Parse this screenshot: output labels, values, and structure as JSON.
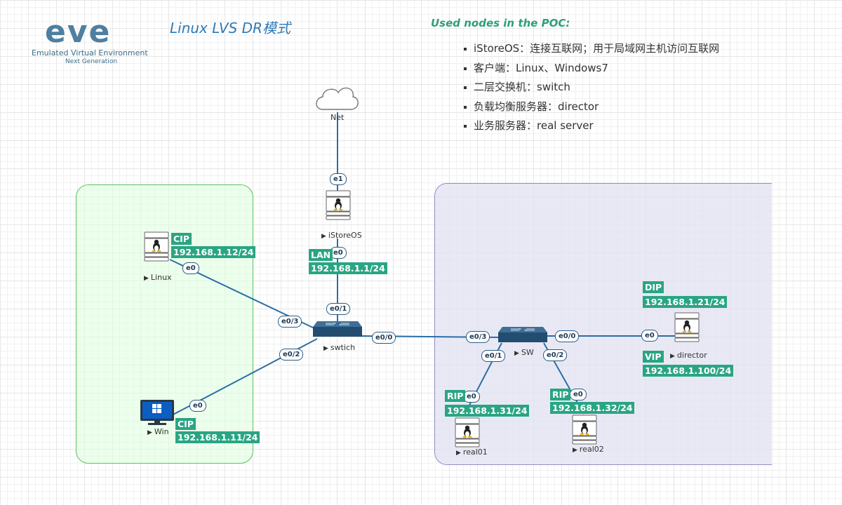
{
  "logo": {
    "word": "eve",
    "subtitle": "Emulated Virtual Environment",
    "tagline": "Next Generation"
  },
  "title": "Linux LVS DR模式",
  "legend": {
    "heading": "Used nodes in the POC:",
    "items": [
      "iStoreOS：连接互联网；用于局域网主机访问互联网",
      "客户端：Linux、Windows7",
      "二层交换机：switch",
      "负载均衡服务器：director",
      "业务服务器：real server"
    ]
  },
  "nodes": {
    "net": {
      "label": "Net",
      "icon": "cloud-icon"
    },
    "istoreos": {
      "label": "iStoreOS",
      "icon": "linux-server-icon"
    },
    "linux": {
      "label": "Linux",
      "icon": "linux-server-icon"
    },
    "win": {
      "label": "Win",
      "icon": "windows-monitor-icon"
    },
    "switch": {
      "label": "swtich",
      "icon": "switch-icon"
    },
    "sw": {
      "label": "SW",
      "icon": "switch-icon"
    },
    "director": {
      "label": "director",
      "icon": "linux-server-icon"
    },
    "real01": {
      "label": "real01",
      "icon": "linux-server-icon"
    },
    "real02": {
      "label": "real02",
      "icon": "linux-server-icon"
    }
  },
  "ports": {
    "net_e1": "e1",
    "istore_e0": "e0",
    "sw1_e0_1": "e0/1",
    "linux_e0": "e0",
    "sw1_e0_3": "e0/3",
    "sw1_e0_2": "e0/2",
    "win_e0": "e0",
    "sw1_e0_0": "e0/0",
    "sw2_e0_3": "e0/3",
    "sw2_e0_0": "e0/0",
    "director_e0": "e0",
    "sw2_e0_1": "e0/1",
    "real01_e0": "e0",
    "sw2_e0_2": "e0/2",
    "real02_e0": "e0"
  },
  "tags": {
    "linux_cip_label": "CIP",
    "linux_cip_addr": "192.168.1.12/24",
    "lan_label": "LAN",
    "lan_addr": "192.168.1.1/24",
    "win_cip_label": "CIP",
    "win_cip_addr": "192.168.1.11/24",
    "dip_label": "DIP",
    "dip_addr": "192.168.1.21/24",
    "vip_label": "VIP",
    "vip_addr": "192.168.1.100/24",
    "rip1_label": "RIP",
    "rip1_addr": "192.168.1.31/24",
    "rip2_label": "RIP",
    "rip2_addr": "192.168.1.32/24"
  },
  "colors": {
    "link": "#2b6ea6",
    "tag_bg": "#2aa583",
    "title": "#2f7ab8",
    "legend_heading": "#2e9e7a",
    "logo": "#4f7f9f",
    "left_zone": "#dcffdc",
    "right_zone": "#e2e2f2"
  }
}
